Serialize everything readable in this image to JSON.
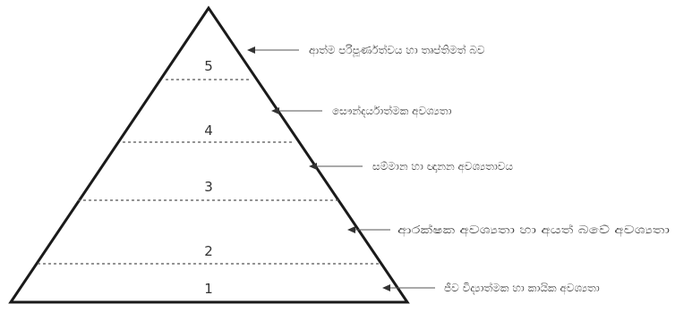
{
  "levels": [
    "1",
    "2",
    "3",
    "4",
    "5"
  ],
  "labels": [
    "ආත්ම පරිපූර්ණත්වය හා තෘප්තිමත් බව",
    "සෞන්දර්යාත්මක අවශ්‍යතා",
    "සම්මාන හා ඥානන අවශ්‍යතාවය",
    "ආරක්ෂක අවශ්‍යතා හා අයත් බවේ අවශ්‍යතා",
    "ජීව විද්‍යාත්මක හා කායික අවශ්‍යතා"
  ],
  "colors": {
    "outline": "#1a1a1a",
    "text": "#444444",
    "dashes": "#555555"
  }
}
